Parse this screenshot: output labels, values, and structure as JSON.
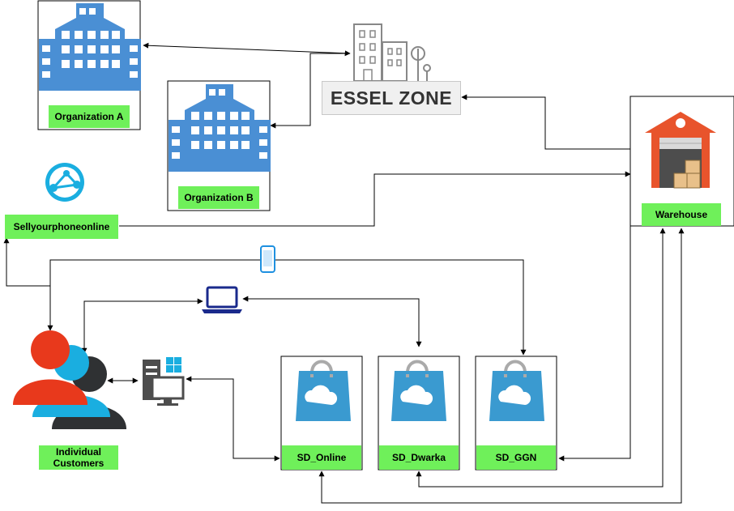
{
  "nodes": {
    "organization_a": "Organization  A",
    "organization_b": "Organization  B",
    "essel_zone": "ESSEL ZONE",
    "warehouse": "Warehouse",
    "sellyourphoneonline": "Sellyourphoneonline",
    "individual_customers": "Individual\nCustomers",
    "sd_online": "SD_Online",
    "sd_dwarka": "SD_Dwarka",
    "sd_ggn": "SD_GGN"
  },
  "colors": {
    "building_blue": "#4a8fd4",
    "store_blue": "#3a9ad0",
    "label_green": "#6ff05a",
    "warehouse_red": "#e8542c",
    "person_red": "#e8391c",
    "person_cyan": "#1aaee0",
    "person_dark": "#2f3133",
    "laptop_navy": "#1a2a8c",
    "mobile_blue": "#1e90e0"
  },
  "icons": [
    "building-icon",
    "city-icon",
    "warehouse-icon",
    "globe-network-icon",
    "mobile-icon",
    "laptop-icon",
    "desktop-icon",
    "users-icon",
    "shopping-bag-icon"
  ]
}
